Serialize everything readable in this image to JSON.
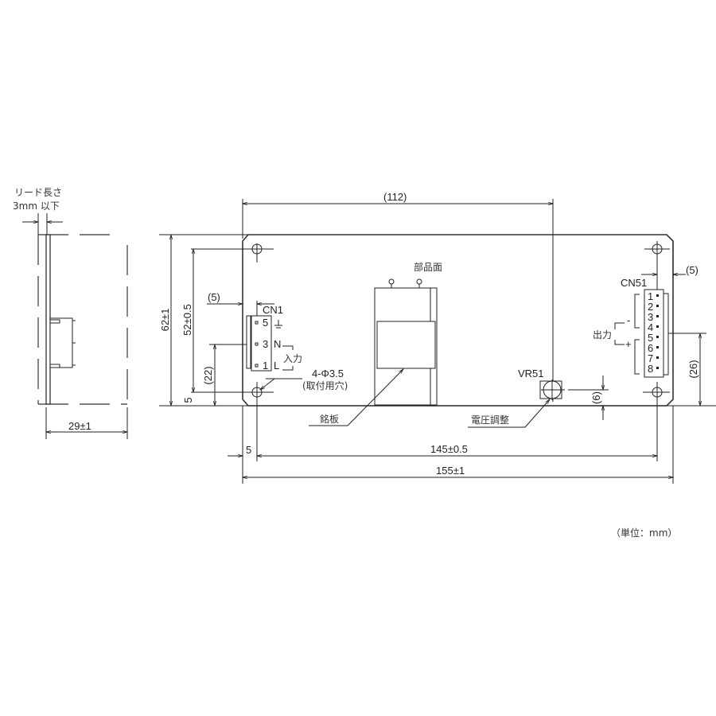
{
  "side_view": {
    "lead_label_line1": "リード長さ",
    "lead_label_line2": "3mm 以下",
    "depth_dim": "29±1"
  },
  "front_view": {
    "width_ref_dim": "(112)",
    "height_dim": "62±1",
    "hole_pitch_v_dim": "52±0.5",
    "bottom_offset_dim": "5",
    "cn1_offset_dim": "(5)",
    "cn1_height_dim": "(22)",
    "left_offset_dim": "5",
    "hole_pitch_h_dim": "145±0.5",
    "overall_width_dim": "155±1",
    "cn51_offset_dim": "(5)",
    "cn51_height_dim": "(26)",
    "vr51_offset_dim": "(6)"
  },
  "cn1": {
    "label": "CN1",
    "pins": [
      "5",
      "3",
      "1"
    ],
    "pin_n": "N",
    "pin_l": "L",
    "input_label": "入力"
  },
  "cn51": {
    "label": "CN51",
    "pins": [
      "1",
      "2",
      "3",
      "4",
      "5",
      "6",
      "7",
      "8"
    ],
    "output_label": "出力",
    "minus": "-",
    "plus": "+"
  },
  "labels": {
    "component_side": "部品面",
    "mounting_holes_line1": "4-Φ3.5",
    "mounting_holes_line2": "(取付用穴)",
    "nameplate": "銘板",
    "vr51": "VR51",
    "voltage_adjust": "電圧調整",
    "unit": "（単位：mm）"
  }
}
